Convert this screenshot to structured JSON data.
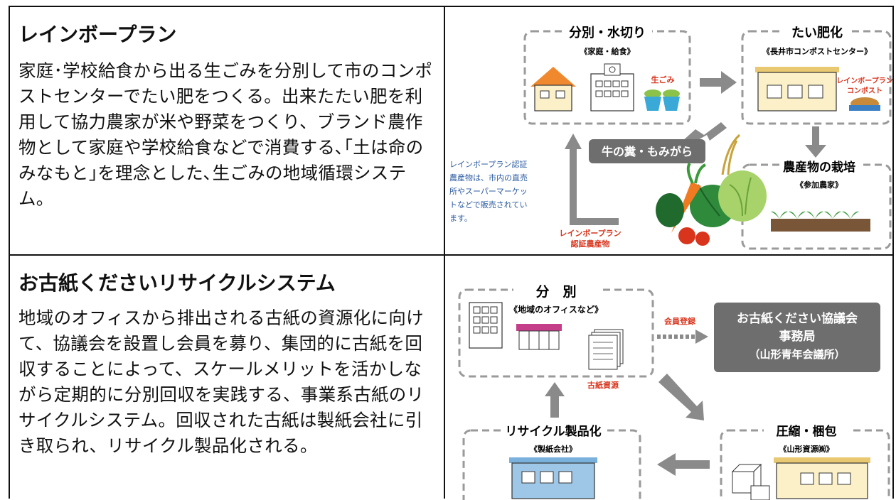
{
  "rainbow": {
    "title": "レインボープラン",
    "body": "家庭･学校給食から出る生ごみを分別して市のコンポストセンターでたい肥をつくる。出来たたい肥を利用して協力農家が米や野菜をつくり、ブランド農作物として家庭や学校給食などで消費する､｢土は命のみなもと｣を理念とした､生ごみの地域循環システム。",
    "diagram": {
      "sort_title": "分別・水切り",
      "sort_sub": "《家庭・給食》",
      "nama_gomi": "生ごみ",
      "compost_title": "たい肥化",
      "compost_sub": "《長井市コンポストセンター》",
      "compost_label_1": "レインボープラン",
      "compost_label_2": "コンポスト",
      "manure": "牛の糞・もみがら",
      "farm_title": "農産物の栽培",
      "farm_sub": "《参加農家》",
      "note_1": "レインボープラン認証",
      "note_2": "農産物は、市内の直売",
      "note_3": "所やスーパーマーケッ",
      "note_4": "トなどで販売されてい",
      "note_5": "ます。",
      "cert_1": "レインボープラン",
      "cert_2": "認証農産物"
    }
  },
  "paper": {
    "title": "お古紙くださいリサイクルシステム",
    "body": "地域のオフィスから排出される古紙の資源化に向けて、協議会を設置し会員を募り、集団的に古紙を回収することによって、スケールメリットを活かしながら定期的に分別回収を実践する、事業系古紙のリサイクルシステム。回収された古紙は製紙会社に引き取られ、リサイクル製品化される。",
    "diagram": {
      "sort_title": "分　別",
      "sort_sub": "《地域のオフィスなど》",
      "paper_res": "古紙資源",
      "member_reg": "会員登録",
      "office_1": "お古紙ください協議会",
      "office_2": "事務局",
      "office_3": "（山形青年会議所）",
      "recycle_title": "リサイクル製品化",
      "recycle_sub": "《製紙会社》",
      "press_title": "圧縮・梱包",
      "press_sub": "《山形資源㈱》"
    }
  },
  "colors": {
    "dash": "#9a9a9a",
    "arrow": "#8a8a8a",
    "note_blue": "#2a5aa0",
    "red": "#d9341c",
    "cream": "#fbf0c8",
    "blue_bld": "#9ec6e6",
    "badge": "#6e6e6e"
  }
}
